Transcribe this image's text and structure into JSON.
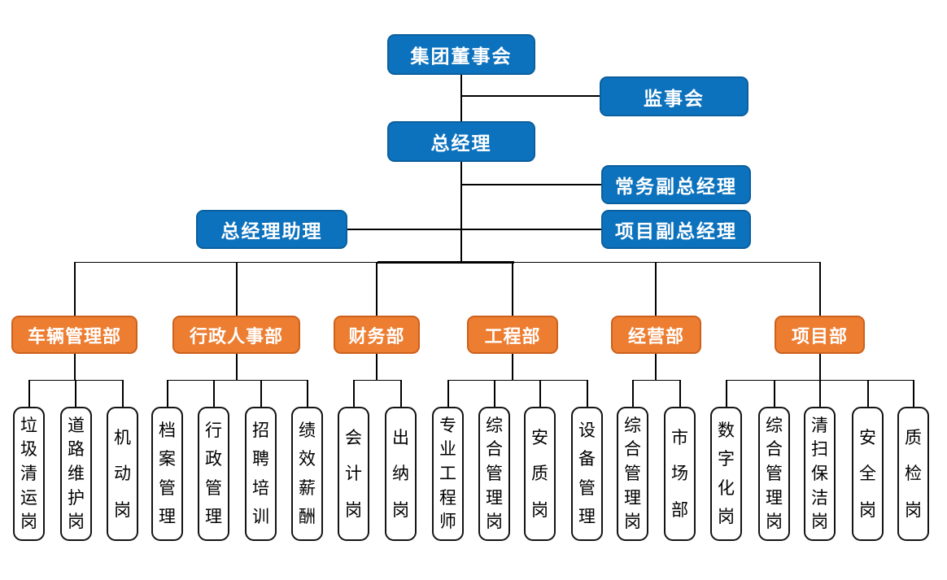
{
  "colors": {
    "executive_box": "#0d72bd",
    "executive_border": "#0a5f9e",
    "department_box": "#ed7d31",
    "department_border": "#cd611c",
    "position_box_border": "#141414",
    "connector_line": "#000000",
    "box_text": "#ffffff",
    "position_text": "#000000"
  },
  "nodes": {
    "board": "集团董事会",
    "supervisory": "监事会",
    "gm": "总经理",
    "exec_deputy": "常务副总经理",
    "project_deputy": "项目副总经理",
    "gm_assistant": "总经理助理"
  },
  "departments": [
    {
      "label": "车辆管理部",
      "positions": [
        "垃圾清运岗",
        "道路维护岗",
        "机动岗"
      ]
    },
    {
      "label": "行政人事部",
      "positions": [
        "档案管理",
        "行政管理",
        "招聘培训",
        "绩效薪酬"
      ]
    },
    {
      "label": "财务部",
      "positions": [
        "会计岗",
        "出纳岗"
      ]
    },
    {
      "label": "工程部",
      "positions": [
        "专业工程师",
        "综合管理岗",
        "安质岗",
        "设备管理"
      ]
    },
    {
      "label": "经营部",
      "positions": [
        "综合管理岗",
        "市场部"
      ]
    },
    {
      "label": "项目部",
      "positions": [
        "数字化岗",
        "综合管理岗",
        "清扫保洁岗",
        "安全岗",
        "质检岗"
      ]
    }
  ]
}
